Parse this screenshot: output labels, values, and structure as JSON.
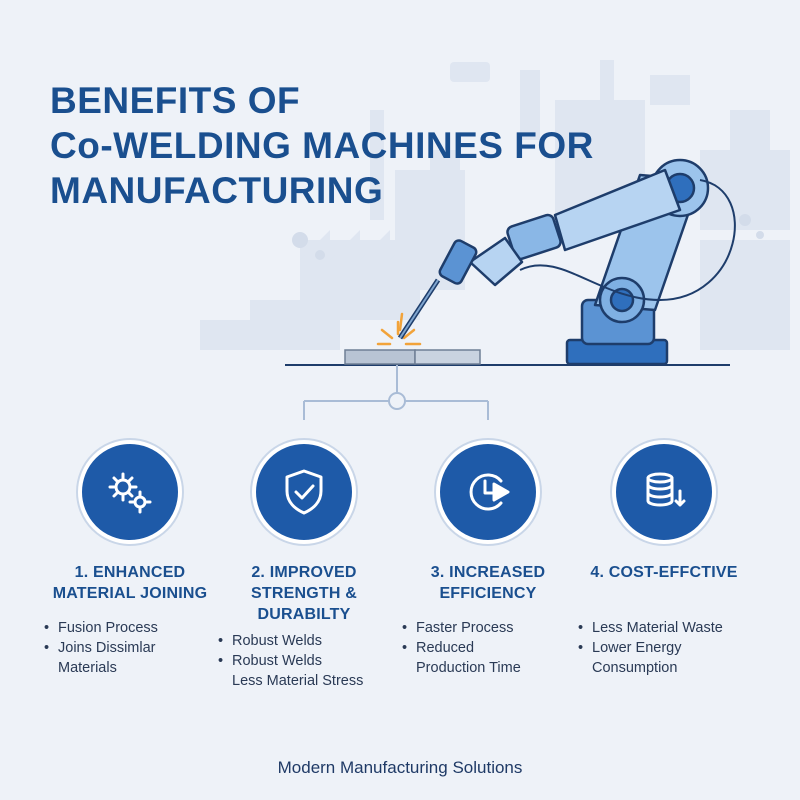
{
  "title": {
    "line1": "BENEFITS OF",
    "line2": "Co-WELDING MACHINES FOR",
    "line3": "MANUFACTURING"
  },
  "benefits": [
    {
      "icon": "gears-icon",
      "heading_lines": [
        "1. ENHANCED",
        "MATERIAL JOINING"
      ],
      "bullets": [
        [
          "Fusion Process"
        ],
        [
          "Joins Dissimlar",
          "Materials"
        ]
      ]
    },
    {
      "icon": "shield-check-icon",
      "heading_lines": [
        "2. IMPROVED",
        "STRENGTH &",
        "DURABILTY"
      ],
      "bullets": [
        [
          "Robust Welds"
        ],
        [
          "Robust Welds",
          "Less Material Stress"
        ]
      ]
    },
    {
      "icon": "clock-play-icon",
      "heading_lines": [
        "3. INCREASED",
        "EFFICIENCY"
      ],
      "bullets": [
        [
          "Faster Process"
        ],
        [
          "Reduced",
          "Production Time"
        ]
      ]
    },
    {
      "icon": "coin-stack-icon",
      "heading_lines": [
        "4. COST-EFFCTIVE"
      ],
      "bullets": [
        [
          "Less Material Waste"
        ],
        [
          "Lower Energy",
          "Consumption"
        ]
      ]
    }
  ],
  "footer": "Modern Manufacturing Solutions",
  "colors": {
    "background": "#eef2f8",
    "primary_blue": "#1e5aa8",
    "title_blue": "#1a4f8f",
    "robot_light_blue": "#9cc4ec",
    "spark_orange": "#f2a33a"
  }
}
